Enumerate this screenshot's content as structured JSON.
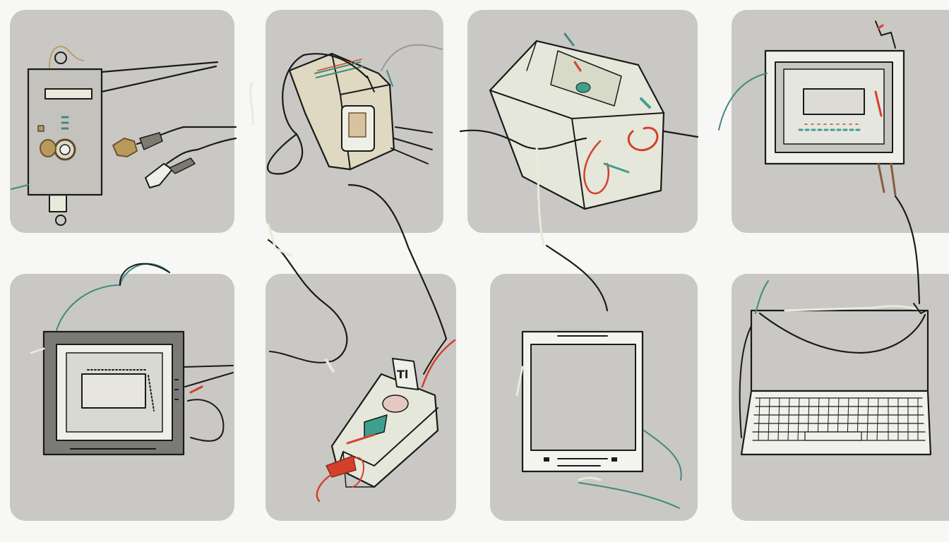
{
  "illustration": {
    "panels": [
      {
        "name": "panel-door-lock",
        "depicts": "lock-icon"
      },
      {
        "name": "panel-power-adapter",
        "depicts": "plug-icon"
      },
      {
        "name": "panel-junction-box",
        "depicts": "box-icon"
      },
      {
        "name": "panel-monitor",
        "depicts": "monitor-icon"
      },
      {
        "name": "panel-tablet",
        "depicts": "tablet-icon"
      },
      {
        "name": "panel-charger",
        "depicts": "charger-icon"
      },
      {
        "name": "panel-e-reader",
        "depicts": "screen-icon"
      },
      {
        "name": "panel-laptop",
        "depicts": "laptop-icon"
      }
    ],
    "charger_label": "Tl",
    "colors": {
      "background": "#f7f7f6",
      "panel": "#c9c8c5",
      "wire": "#1a1a1a",
      "wire_teal": "#3f8a80",
      "wire_red": "#d5402a",
      "device_fill": "#e6e9dc",
      "brass": "#b99a5a"
    }
  }
}
